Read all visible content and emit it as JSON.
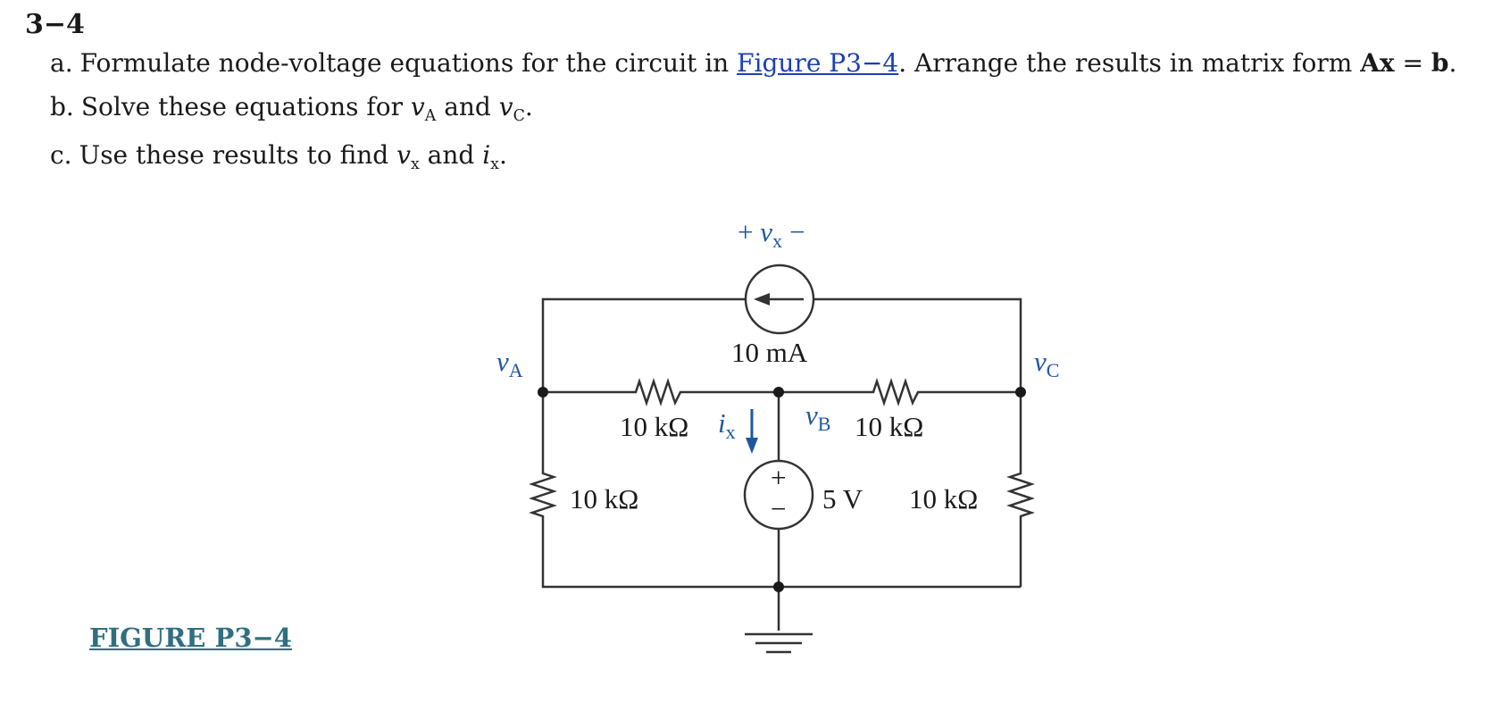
{
  "problem": {
    "number": "3−4",
    "part_a": {
      "letter": "a.",
      "text_before": "Formulate node-voltage equations for the circuit in",
      "link_text": "Figure P3−4",
      "text_after": ". Arrange the results in matrix form",
      "matrix_A": "Ax",
      "equals": " = ",
      "matrix_b": "b",
      "end": "."
    },
    "part_b": {
      "letter": "b.",
      "text_before": "Solve these equations for",
      "var1": "v",
      "sub1": "A",
      "and": "and",
      "var2": "v",
      "sub2": "C",
      "end": "."
    },
    "part_c": {
      "letter": "c.",
      "text_before": "Use these results to find",
      "var1": "v",
      "sub1": "x",
      "and": "and",
      "var2": "i",
      "sub2": "x",
      "end": "."
    }
  },
  "circuit": {
    "vx_plus": "+",
    "vx_var": "v",
    "vx_sub": "x",
    "vx_minus": "−",
    "current_source_label": "10 mA",
    "node_a_var": "v",
    "node_a_sub": "A",
    "node_b_var": "v",
    "node_b_sub": "B",
    "node_c_var": "v",
    "node_c_sub": "C",
    "r_top_left": "10 kΩ",
    "r_top_right": "10 kΩ",
    "r_left": "10 kΩ",
    "r_right": "10 kΩ",
    "ix_var": "i",
    "ix_sub": "x",
    "voltage_source_label": "5 V",
    "vs_plus": "+",
    "vs_minus": "−",
    "wire_color": "#333333",
    "annotation_color": "#1f56a3"
  },
  "figure_caption": "FIGURE P3−4"
}
